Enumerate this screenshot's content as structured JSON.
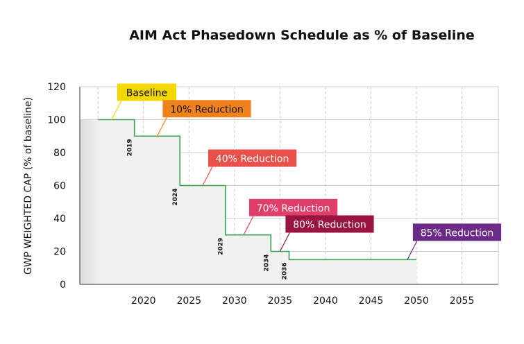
{
  "chart_data": {
    "type": "line",
    "title": "AIM Act Phasedown Schedule as % of Baseline",
    "ylabel": "GWP WEIGHTED CAP (% of baseline)",
    "xlabel": "",
    "xlim": [
      2013,
      2059
    ],
    "ylim": [
      0,
      120
    ],
    "x_ticks": [
      2020,
      2025,
      2030,
      2035,
      2040,
      2045,
      2050,
      2055
    ],
    "y_ticks": [
      0,
      20,
      40,
      60,
      80,
      100,
      120
    ],
    "grid": true,
    "step_start": 2015,
    "step_end": 2050,
    "steps": [
      {
        "year": 2015,
        "value": 100
      },
      {
        "year": 2019,
        "value": 90
      },
      {
        "year": 2024,
        "value": 60
      },
      {
        "year": 2029,
        "value": 30
      },
      {
        "year": 2034,
        "value": 20
      },
      {
        "year": 2036,
        "value": 15
      }
    ],
    "step_year_labels": [
      {
        "year": 2019,
        "label": "2019"
      },
      {
        "year": 2024,
        "label": "2024"
      },
      {
        "year": 2029,
        "label": "2029"
      },
      {
        "year": 2034,
        "label": "2034"
      },
      {
        "year": 2036,
        "label": "2036"
      }
    ],
    "annotations": [
      {
        "text": "Baseline",
        "point": [
          2016.5,
          100
        ],
        "box_color": "#f2d800",
        "text_color": "#111111"
      },
      {
        "text": "10% Reduction",
        "point": [
          2021.5,
          90
        ],
        "box_color": "#f0821e",
        "text_color": "#111111"
      },
      {
        "text": "40% Reduction",
        "point": [
          2026.5,
          60
        ],
        "box_color": "#e7514a",
        "text_color": "#ffffff"
      },
      {
        "text": "70% Reduction",
        "point": [
          2031,
          30
        ],
        "box_color": "#e03d6a",
        "text_color": "#ffffff"
      },
      {
        "text": "80% Reduction",
        "point": [
          2035,
          20
        ],
        "box_color": "#9a1442",
        "text_color": "#ffffff"
      },
      {
        "text": "85% Reduction",
        "point": [
          2049,
          15
        ],
        "box_color": "#6a2a86",
        "text_color": "#ffffff"
      }
    ],
    "colors": {
      "step_line": "#3aa34a",
      "fill": "#f1f1f1",
      "grid": "#cccccc",
      "axis": "#333333"
    }
  }
}
